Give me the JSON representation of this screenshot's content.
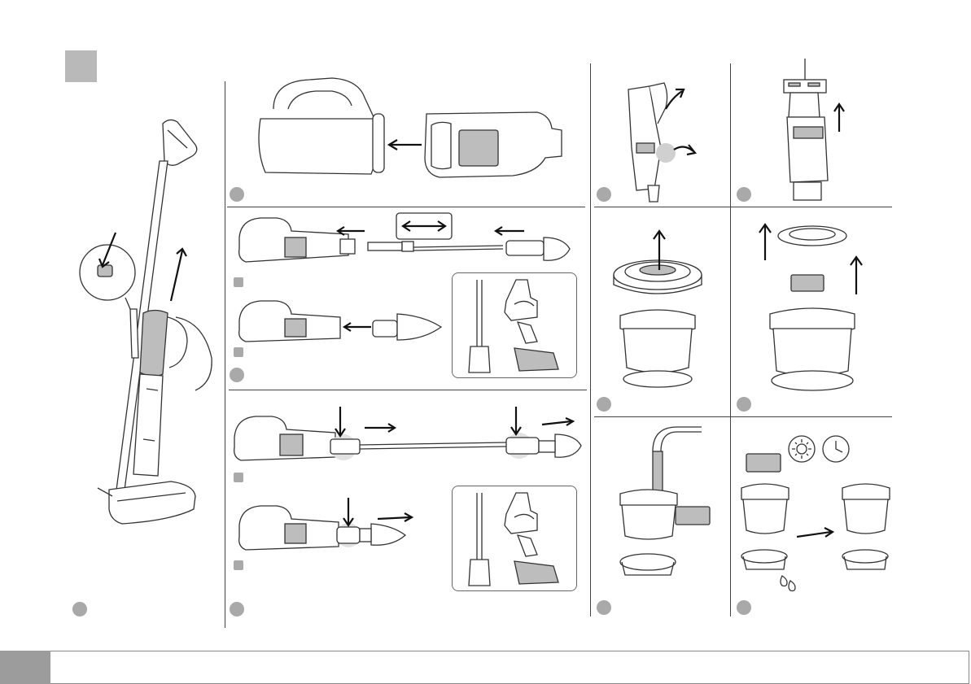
{
  "page": {
    "header_marker": "",
    "footer_tab_text": "",
    "footer_bar_text": ""
  },
  "figures": [
    {
      "id": "fig-1",
      "illustration": "upright-vacuum-lift-off-handheld"
    },
    {
      "id": "fig-2",
      "illustration": "detach-dust-container"
    },
    {
      "id": "fig-3",
      "illustration": "attach-wand-and-brush"
    },
    {
      "id": "fig-4",
      "illustration": "release-wand-and-brush"
    },
    {
      "id": "fig-5",
      "illustration": "open-dust-lid"
    },
    {
      "id": "fig-6",
      "illustration": "pull-out-cyclone"
    },
    {
      "id": "fig-7",
      "illustration": "separate-filter-from-cyclone"
    },
    {
      "id": "fig-8",
      "illustration": "remove-filter-parts"
    },
    {
      "id": "fig-9",
      "illustration": "rinse-filter-under-tap"
    },
    {
      "id": "fig-10",
      "illustration": "dry-filter-and-reassemble"
    }
  ],
  "icons": [
    "arrow-icon",
    "double-arrow-icon",
    "sun-icon",
    "clock-icon",
    "water-drops-icon"
  ]
}
